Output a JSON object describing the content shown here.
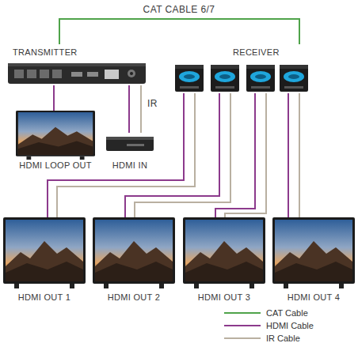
{
  "diagram": {
    "nodes": [
      {
        "text": [
          "TRANSMITTER"
        ]
      },
      {
        "text": [
          "RECEIVER"
        ]
      },
      {
        "text": [
          "HDMI LOOP OUT"
        ]
      },
      {
        "text": [
          "HDMI IN"
        ]
      },
      {
        "text": [
          "HDMI OUT 1"
        ]
      },
      {
        "text": [
          "HDMI OUT 2"
        ]
      },
      {
        "text": [
          "HDMI OUT 3"
        ]
      },
      {
        "text": [
          "HDMI OUT 4"
        ]
      }
    ],
    "edges": [
      {
        "from": 0,
        "to": 1,
        "arrow": "none",
        "label": "CAT CABLE 6/7"
      },
      {
        "from": 0,
        "to": 2,
        "arrow": "none"
      },
      {
        "from": 3,
        "to": 0,
        "arrow": "none"
      },
      {
        "from": 3,
        "to": 0,
        "arrow": "none",
        "label": "IR"
      },
      {
        "from": 1,
        "to": 4,
        "arrow": "none"
      },
      {
        "from": 1,
        "to": 4,
        "arrow": "none"
      },
      {
        "from": 1,
        "to": 5,
        "arrow": "none"
      },
      {
        "from": 1,
        "to": 5,
        "arrow": "none"
      },
      {
        "from": 1,
        "to": 6,
        "arrow": "none"
      },
      {
        "from": 1,
        "to": 6,
        "arrow": "none"
      },
      {
        "from": 1,
        "to": 7,
        "arrow": "none"
      },
      {
        "from": 1,
        "to": 7,
        "arrow": "none"
      }
    ],
    "legend": [
      {
        "text": "CAT Cable"
      },
      {
        "text": "HDMI Cable"
      },
      {
        "text": "IR Cable"
      }
    ]
  }
}
